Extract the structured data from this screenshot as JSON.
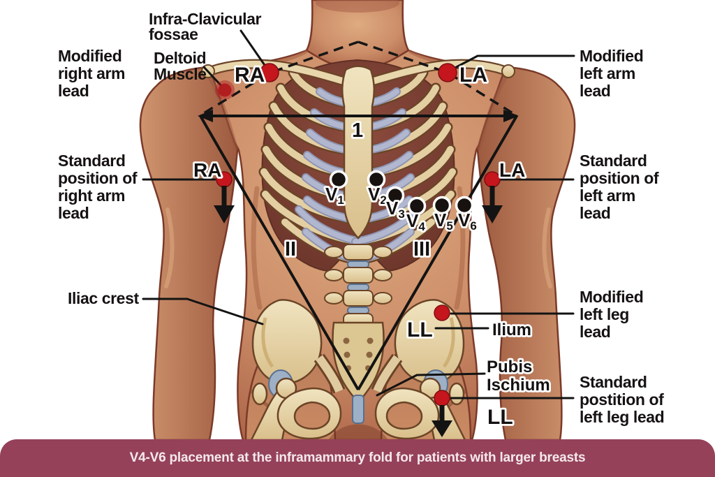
{
  "side_labels": {
    "infra_clavicular": [
      "Infra-Clavicular",
      "fossae"
    ],
    "modified_right_arm": [
      "Modified",
      "right arm",
      "lead"
    ],
    "deltoid_muscle": [
      "Deltoid",
      "Muscle"
    ],
    "standard_right_arm": [
      "Standard",
      "position of",
      "right arm",
      "lead"
    ],
    "modified_left_arm": [
      "Modified",
      "left arm",
      "lead"
    ],
    "standard_left_arm": [
      "Standard",
      "position of",
      "left arm",
      "lead"
    ],
    "iliac_crest": [
      "Iliac crest"
    ],
    "modified_left_leg": [
      "Modified",
      "left leg",
      "lead"
    ],
    "standard_left_leg": [
      "Standard",
      "postition of",
      "left leg lead"
    ]
  },
  "body_labels": {
    "ra_top": "RA",
    "la_top": "LA",
    "ra_standard": "RA",
    "la_standard": "LA",
    "ll_modified": "LL",
    "ll_standard": "LL",
    "lead_i": "1",
    "lead_ii": "II",
    "lead_iii": "III",
    "ilium": "Ilium",
    "pubis": "Pubis",
    "ischium": "Ischium"
  },
  "chest_electrodes": [
    {
      "label": "V1",
      "main": "V",
      "sub": "1"
    },
    {
      "label": "V2",
      "main": "V",
      "sub": "2"
    },
    {
      "label": "V3",
      "main": "V",
      "sub": "3"
    },
    {
      "label": "V4",
      "main": "V",
      "sub": "4"
    },
    {
      "label": "V5",
      "main": "V",
      "sub": "5"
    },
    {
      "label": "V6",
      "main": "V",
      "sub": "6"
    }
  ],
  "banner": {
    "text": "V4-V6 placement at the inframammary fold for patients with larger breasts"
  },
  "colors": {
    "banner_bg": "#95415a",
    "banner_text": "#f5e9ec",
    "lead_dot_red": "#c5161d",
    "electrode_black": "#17120f",
    "label_black": "#161212",
    "skin": "#cc8e69",
    "skin_shadow": "#a05c41",
    "bone": "#e4d0a4",
    "cartilage": "#aab2cd",
    "muscle": "#7c4136"
  }
}
